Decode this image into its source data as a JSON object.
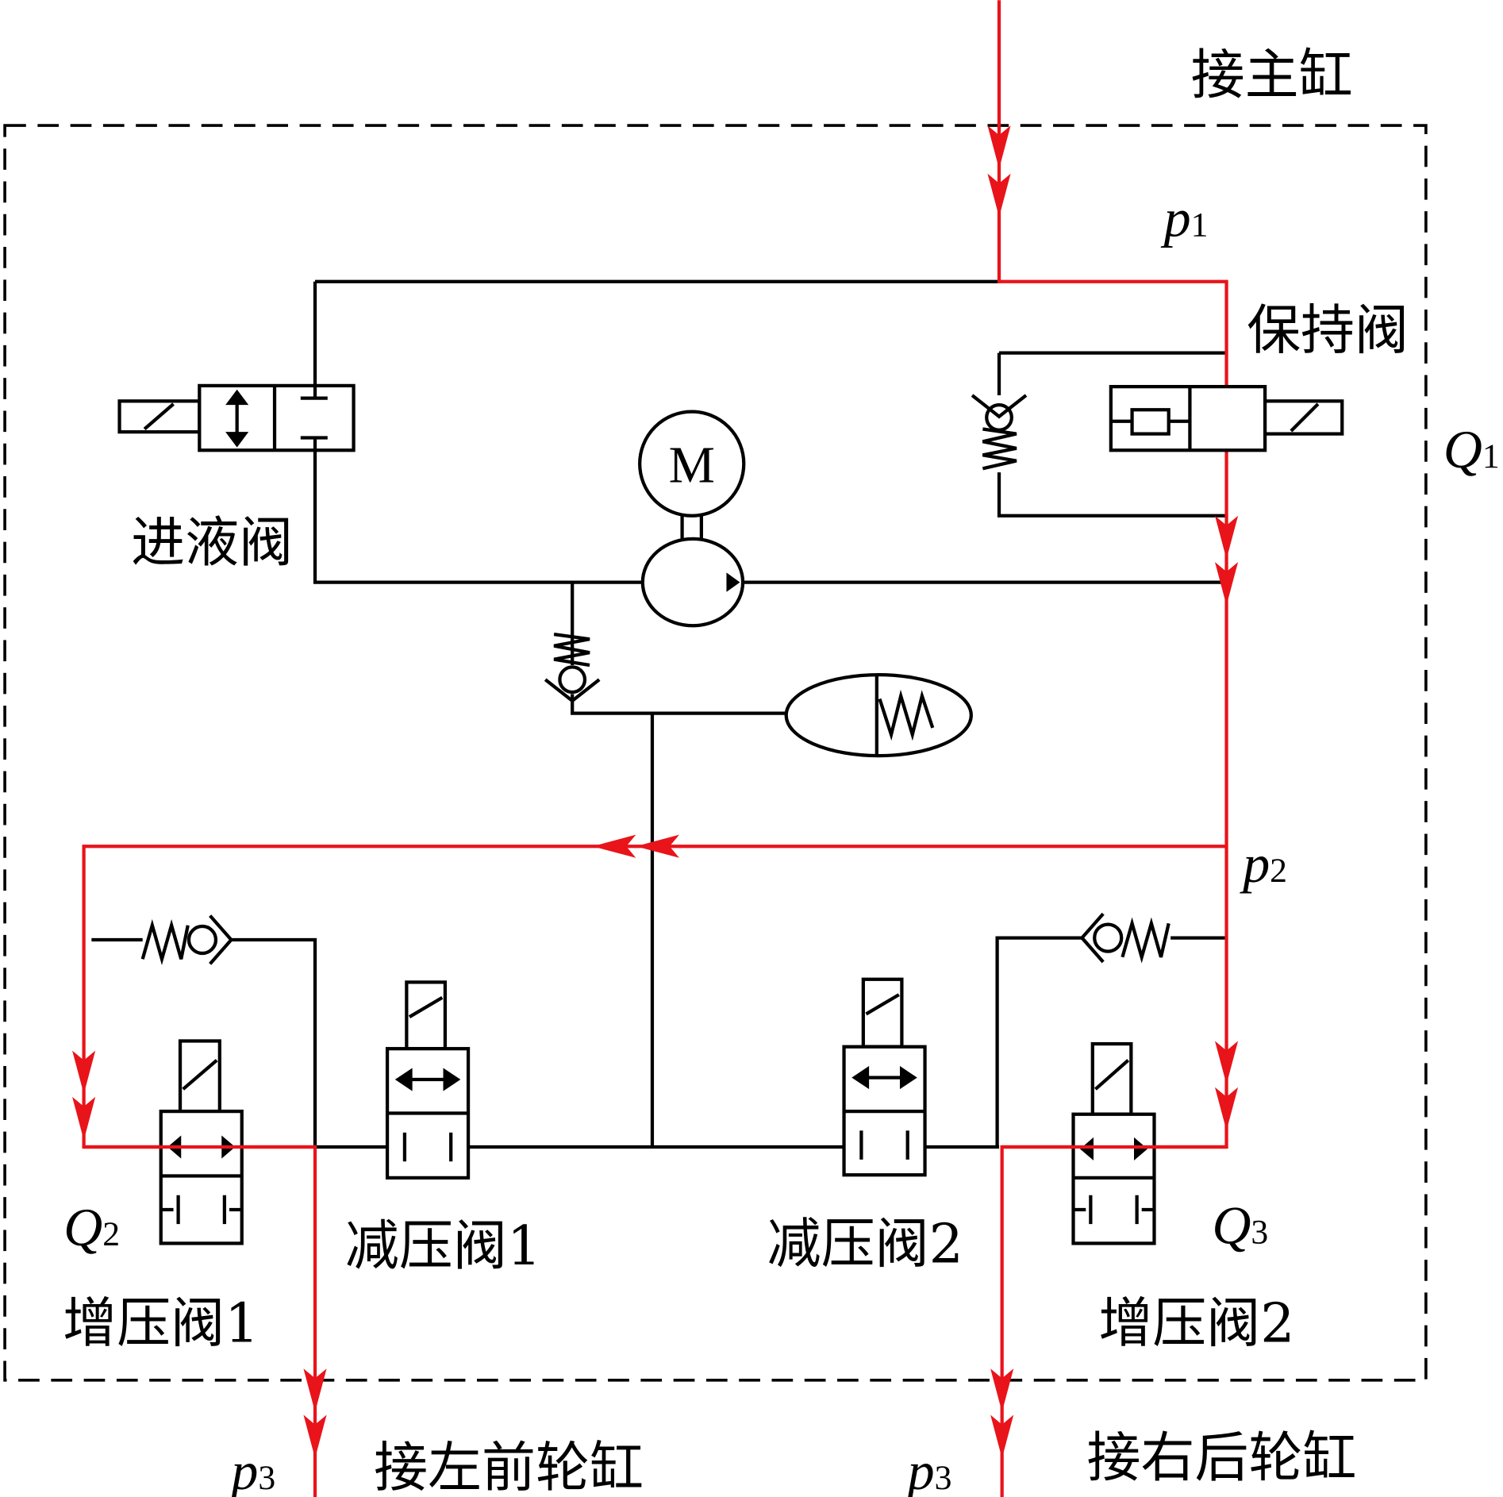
{
  "labels": {
    "master_cylinder": "接主缸",
    "hold_valve": "保持阀",
    "inlet_valve": "进液阀",
    "motor": "M",
    "pressure_reduce_valve_1": "减压阀1",
    "pressure_reduce_valve_2": "减压阀2",
    "pressure_increase_valve_1": "增压阀1",
    "pressure_increase_valve_2": "增压阀2",
    "left_front_wheel_cylinder": "接左前轮缸",
    "right_rear_wheel_cylinder": "接右后轮缸"
  },
  "symbols": {
    "p1": {
      "base": "p",
      "sub": "1"
    },
    "p2": {
      "base": "p",
      "sub": "2"
    },
    "p3_left": {
      "base": "p",
      "sub": "3"
    },
    "p3_right": {
      "base": "p",
      "sub": "3"
    },
    "q1": {
      "base": "Q",
      "sub": "1"
    },
    "q2": {
      "base": "Q",
      "sub": "2"
    },
    "q3": {
      "base": "Q",
      "sub": "3"
    }
  },
  "colors": {
    "flow_path": "#e8141a",
    "lines": "#000000"
  }
}
